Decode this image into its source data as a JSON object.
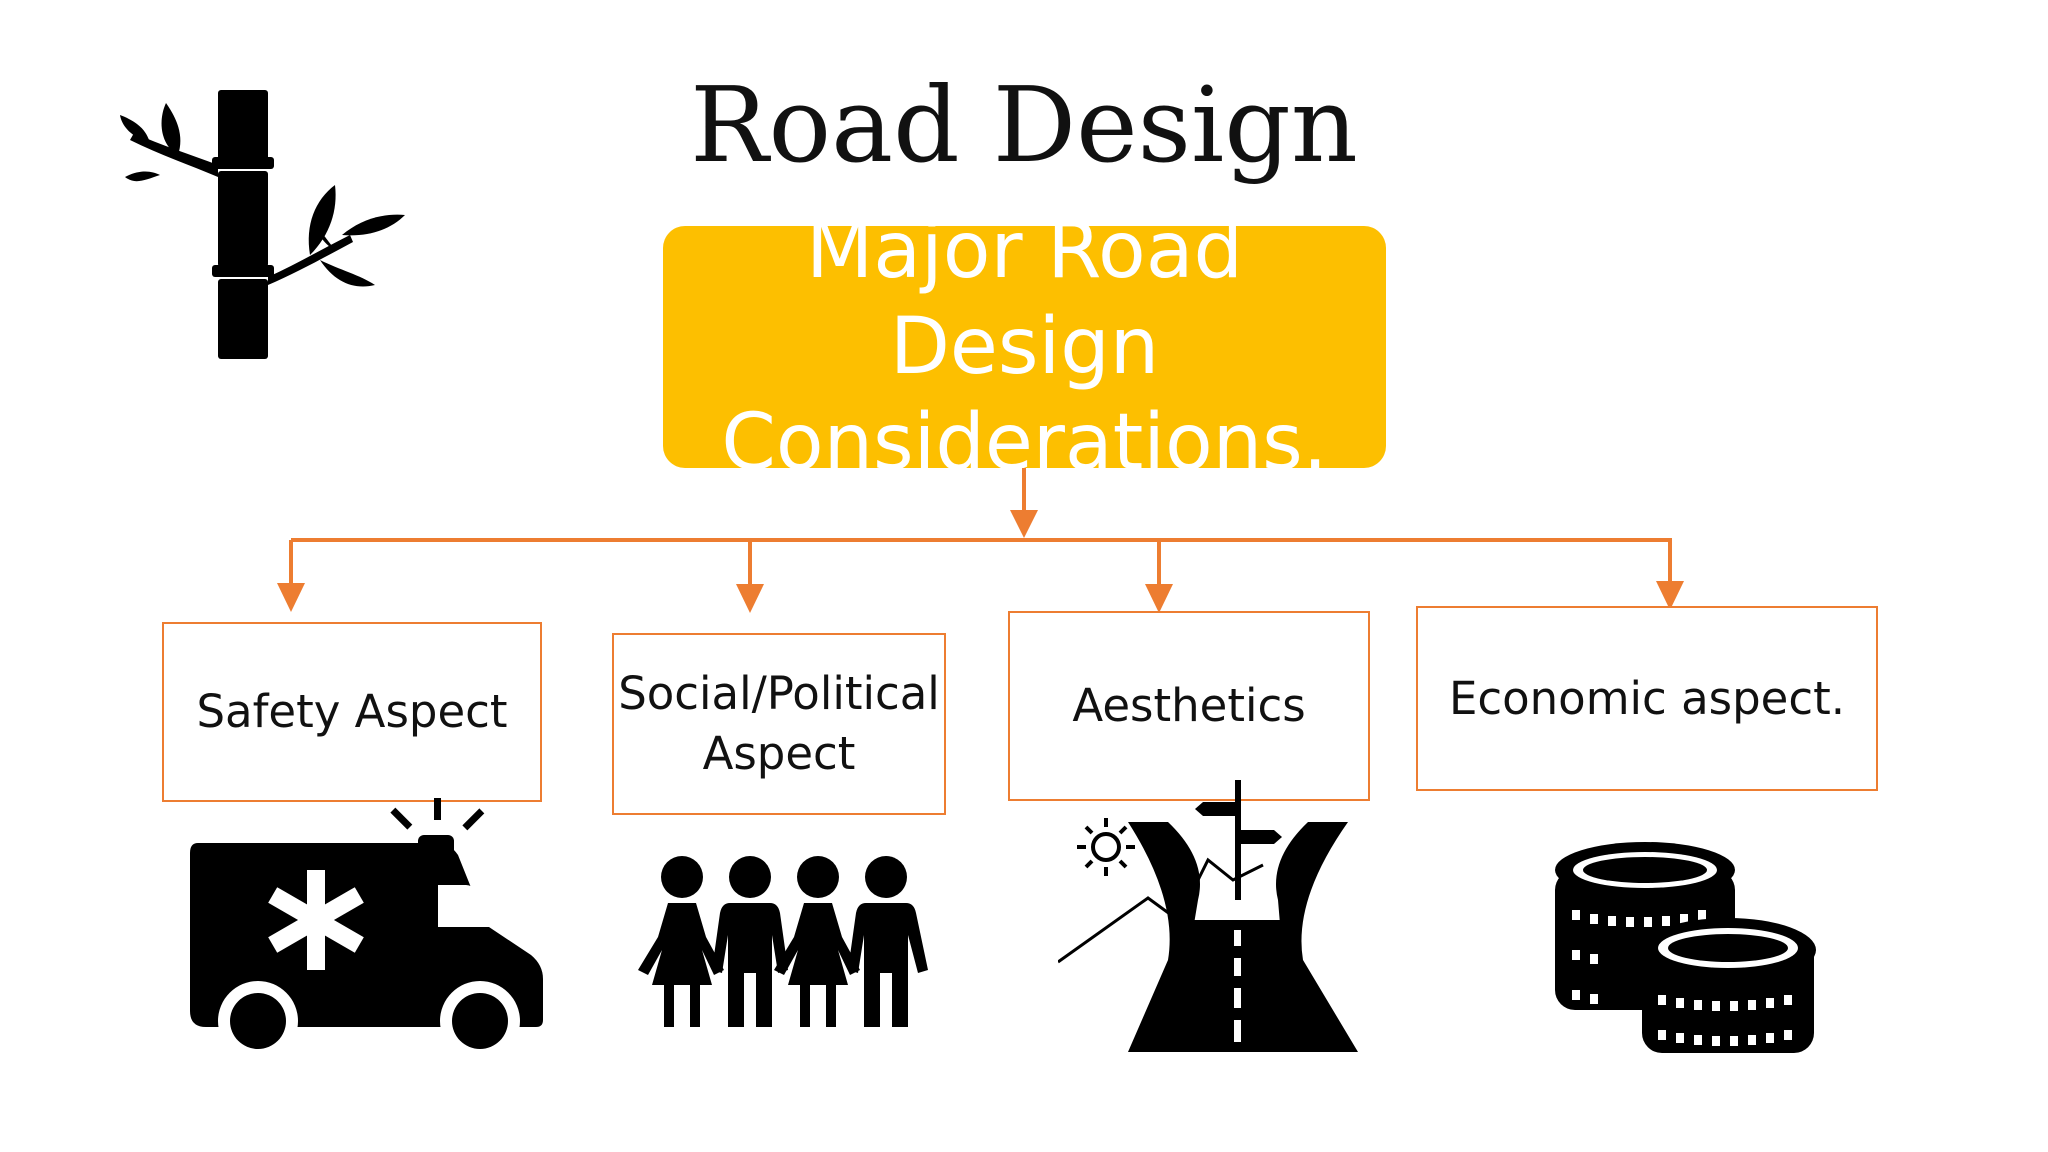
{
  "title": "Road Design",
  "main_box": {
    "line1": "Major Road Design",
    "line2": "Considerations."
  },
  "aspects": [
    {
      "label": "Safety Aspect",
      "icon": "ambulance-icon"
    },
    {
      "label_line1": "Social/Political",
      "label_line2": "Aspect",
      "icon": "people-group-icon"
    },
    {
      "label": "Aesthetics",
      "icon": "road-crossroads-icon"
    },
    {
      "label": "Economic aspect.",
      "icon": "coins-stack-icon"
    }
  ],
  "decoration": {
    "icon": "bamboo-icon"
  },
  "colors": {
    "main_box": "#fdbf00",
    "connector": "#ed7d31",
    "box_border": "#ed7d31",
    "text": "#111111",
    "icon": "#000000"
  }
}
